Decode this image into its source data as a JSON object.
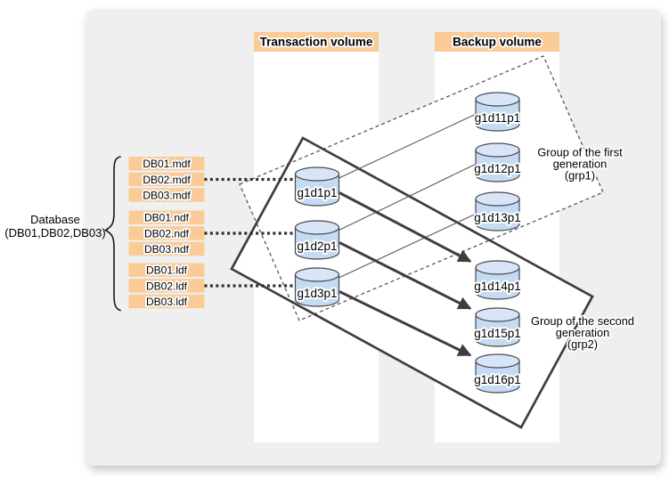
{
  "headers": {
    "transaction_volume": "Transaction volume",
    "backup_volume": "Backup volume"
  },
  "database": {
    "label_line1": "Database",
    "label_line2": "(DB01,DB02,DB03)"
  },
  "files": {
    "mdf": [
      "DB01.mdf",
      "DB02.mdf",
      "DB03.mdf"
    ],
    "ndf": [
      "DB01.ndf",
      "DB02.ndf",
      "DB03.ndf"
    ],
    "ldf": [
      "DB01.ldf",
      "DB02.ldf",
      "DB03.ldf"
    ]
  },
  "disks": {
    "transaction": [
      "g1d1p1",
      "g1d2p1",
      "g1d3p1"
    ],
    "backup_gen1": [
      "g1d11p1",
      "g1d12p1",
      "g1d13p1"
    ],
    "backup_gen2": [
      "g1d14p1",
      "g1d15p1",
      "g1d16p1"
    ]
  },
  "groups": {
    "first": {
      "line1": "Group of the first",
      "line2": "generation",
      "line3": "(grp1)"
    },
    "second": {
      "line1": "Group of the second",
      "line2": "generation",
      "line3": "(grp2)"
    }
  },
  "colors": {
    "header_fill": "#facb96",
    "file_box_fill": "#facb96",
    "disk_body": "#c5daf3",
    "disk_top": "#d8e5f8",
    "card_background": "#efefef",
    "line_dark": "#3e3e3e",
    "line_gray": "#5a5a5a"
  }
}
